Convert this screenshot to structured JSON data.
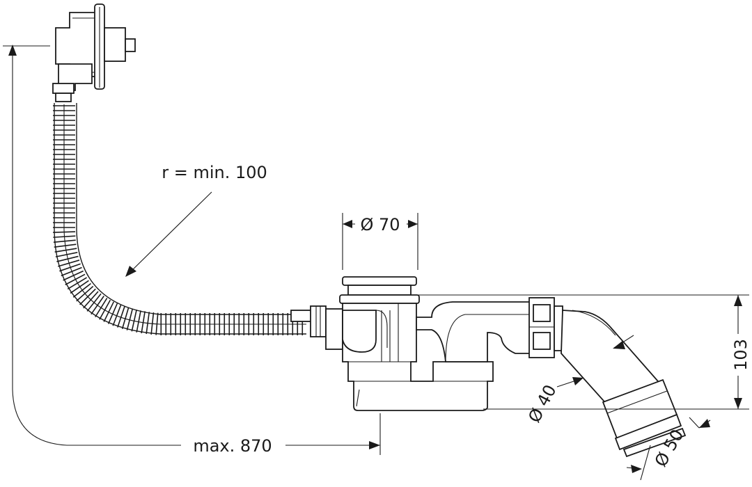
{
  "labels": {
    "radius": "r = min. 100",
    "top_diameter": "Ø 70",
    "height": "103",
    "inner_diameter": "Ø 40",
    "outer_diameter": "Ø 50",
    "length": "max. 870"
  },
  "colors": {
    "line": "#1a1a1a",
    "background": "#ffffff"
  }
}
